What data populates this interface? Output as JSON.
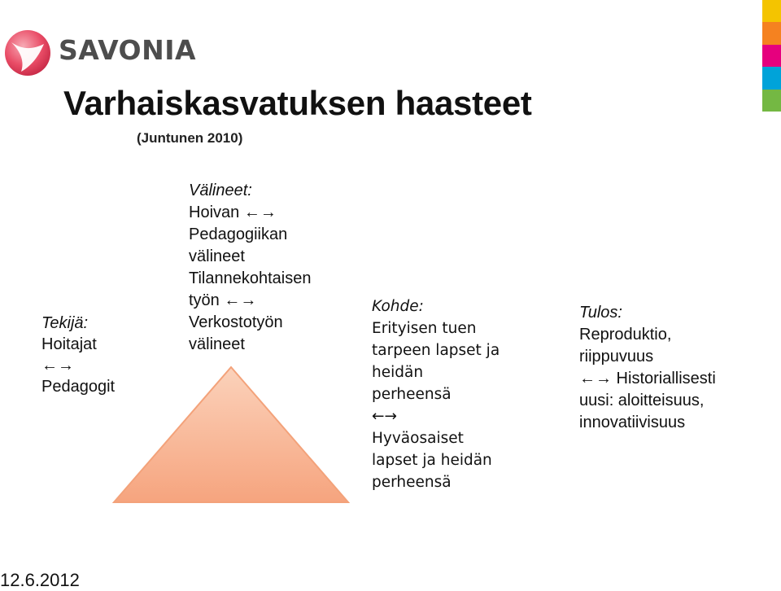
{
  "logo": {
    "name": "SAVONIA"
  },
  "brand_strip": {
    "colors": [
      "#f4c400",
      "#f58220",
      "#e6007e",
      "#00a3d9",
      "#74b843"
    ]
  },
  "title": "Varhaiskasvatuksen haasteet",
  "subtitle": "(Juntunen 2010)",
  "tekija": {
    "heading": "Tekijä:",
    "lines": [
      "Hoitajat",
      "←→",
      "Pedagogit"
    ]
  },
  "valineet": {
    "heading": "Välineet:",
    "lines": [
      "Hoivan ←→",
      "Pedagogiikan",
      "välineet",
      "Tilannekohtaisen",
      "työn ←→",
      "Verkostotyön",
      "välineet"
    ]
  },
  "kohde": {
    "heading": "Kohde:",
    "lines": [
      "Erityisen tuen",
      "tarpeen lapset ja",
      "heidän",
      "perheensä",
      "←→",
      "Hyväosaiset",
      "lapset ja heidän",
      "perheensä"
    ]
  },
  "tulos": {
    "heading": "Tulos:",
    "lines": [
      "Reproduktio,",
      "riippuvuus",
      "←→ Historiallisesti",
      "uusi: aloitteisuus,",
      "innovatiivisuus"
    ]
  },
  "footer": {
    "date": "12.6.2012"
  },
  "triangle": {
    "fill": "#f9b58f",
    "edge_fill": "#f3a27a"
  }
}
